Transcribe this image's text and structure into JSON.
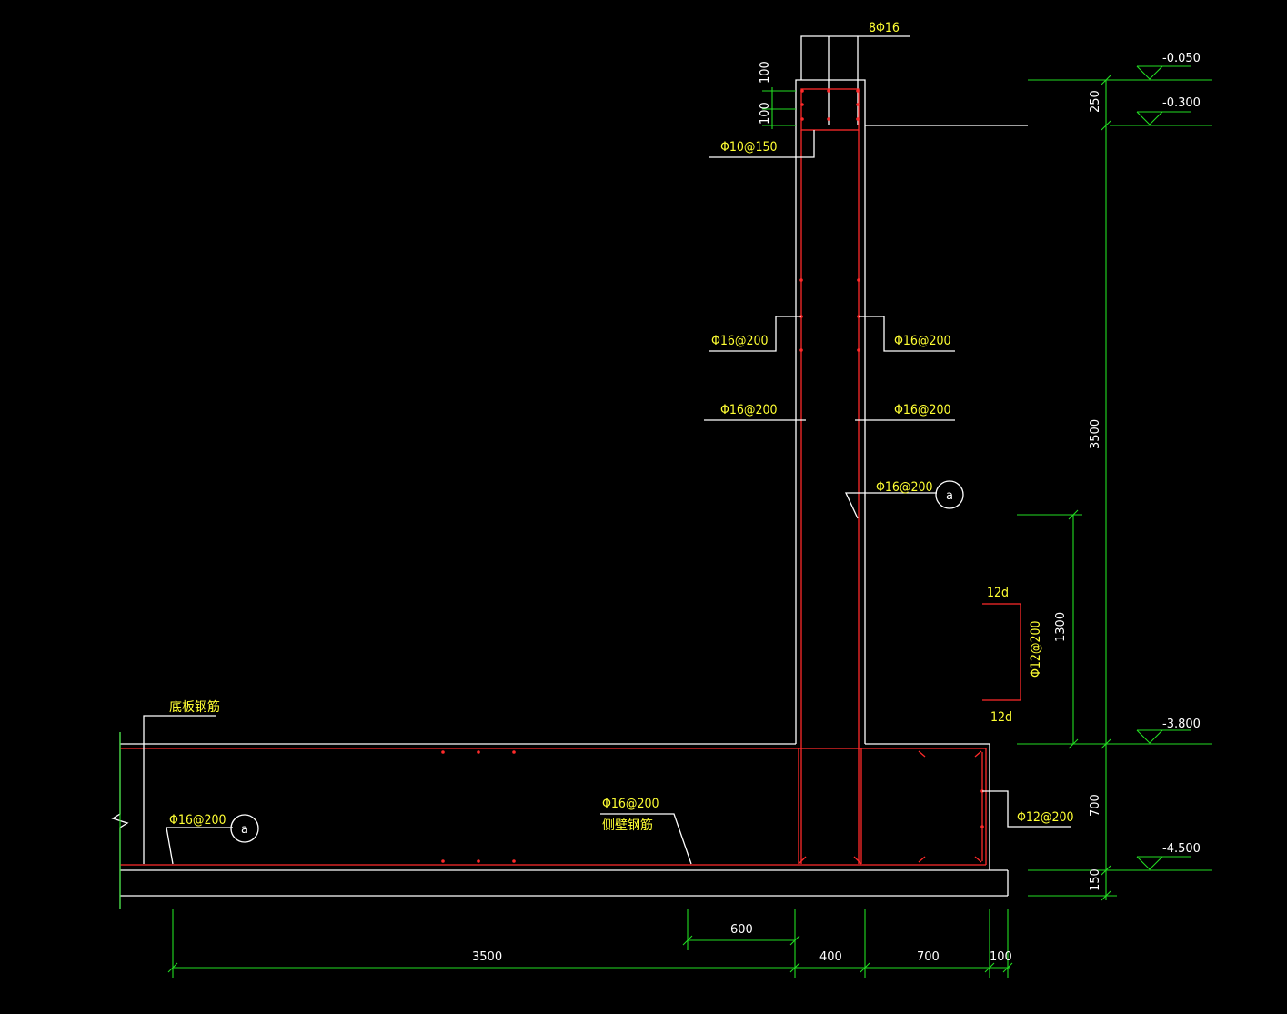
{
  "colors": {
    "background": "#000000",
    "outline": "#ffffff",
    "rebar": "#ff2a2a",
    "dimension": "#22dd22",
    "annotation": "#ffff33"
  },
  "labels": {
    "top_bars": "8Φ16",
    "stirrup": "Φ10@150",
    "wall_left_1": "Φ16@200",
    "wall_right_1": "Φ16@200",
    "wall_left_2": "Φ16@200",
    "wall_right_2": "Φ16@200",
    "wall_inner": "Φ16@200",
    "wall_section_mark": "a",
    "base_rebar_title": "底板钢筋",
    "base_left": "Φ16@200",
    "base_section_mark": "a",
    "base_mid": "Φ16@200",
    "side_rebar": "侧壁钢筋",
    "base_end": "Φ12@200",
    "hook_top": "12d",
    "hook_bottom": "12d",
    "hook_bar": "Φ12@200"
  },
  "elevations": [
    "-0.050",
    "-0.300",
    "-3.800",
    "-4.500"
  ],
  "dimensions": {
    "cap_100_a": "100",
    "cap_100_b": "100",
    "right_250": "250",
    "right_3500": "3500",
    "right_1300": "1300",
    "right_700": "700",
    "right_150": "150",
    "bottom_3500": "3500",
    "bottom_600": "600",
    "bottom_400": "400",
    "bottom_700": "700",
    "bottom_100": "100"
  }
}
